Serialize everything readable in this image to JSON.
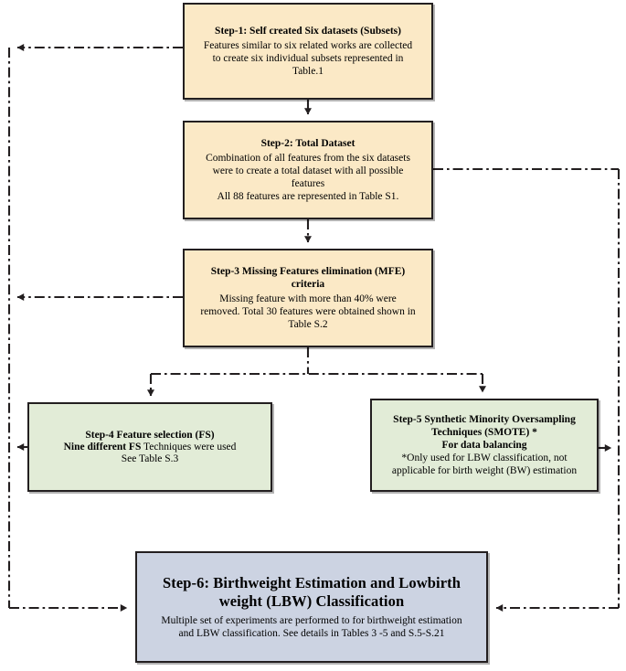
{
  "diagram": {
    "type": "flowchart",
    "orientation": "top-to-bottom",
    "background": "#ffffff",
    "edge_style": "dash-dot",
    "edge_color": "#231f20"
  },
  "palette": {
    "yellow_fill": "#fbe9c6",
    "green_fill": "#e2ecd7",
    "blue_fill": "#ccd3e2",
    "border": "#231f20",
    "text": "#000000"
  },
  "nodes": {
    "step1": {
      "title": "Step-1: Self created Six datasets (Subsets)",
      "line1": "Features similar to six related works are collected",
      "line2": "to create six individual subsets represented in",
      "line3": "Table.1"
    },
    "step2": {
      "title": "Step-2:  Total Dataset",
      "line1": "Combination of all features from the six datasets",
      "line2": "were to create a total dataset with all possible",
      "line3": "features",
      "line4": "All 88  features are represented in Table S1."
    },
    "step3": {
      "title_a": "Step-3 Missing Features elimination (MFE)",
      "title_b": "criteria",
      "line1": "Missing feature with more than 40% were",
      "line2": "removed. Total 30 features were obtained shown in",
      "line3": "Table S.2"
    },
    "step4": {
      "title": "Step-4 Feature selection (FS)",
      "line1_bold": "Nine different FS",
      "line1_rest": " Techniques were used",
      "line2": "See Table S.3"
    },
    "step5": {
      "title_a": "Step-5 Synthetic Minority Oversampling",
      "title_b": "Techniques (SMOTE) *",
      "title_c": "For data balancing",
      "line1": "*Only used for LBW classification, not",
      "line2": "applicable for birth weight (BW) estimation"
    },
    "step6": {
      "title_a": "Step-6:  Birthweight Estimation and Lowbirth",
      "title_b": "weight (LBW) Classification",
      "line1": "Multiple set of experiments are performed to for birthweight estimation",
      "line2": "and LBW classification. See details in Tables 3 -5 and S.5-S.21"
    }
  },
  "edges": [
    {
      "name": "step1-to-step2",
      "from": "step1",
      "to": "step2",
      "arrow": "down"
    },
    {
      "name": "step2-to-step3",
      "from": "step2",
      "to": "step3",
      "arrow": "down"
    },
    {
      "name": "step3-to-step4",
      "from": "step3",
      "to": "step4",
      "arrow": "down"
    },
    {
      "name": "step3-to-step5",
      "from": "step3",
      "to": "step5",
      "arrow": "down"
    },
    {
      "name": "step1-feedback-left",
      "from": "step1",
      "to": "left-bus",
      "arrow": "left"
    },
    {
      "name": "step3-feedback-left",
      "from": "step3",
      "to": "left-bus",
      "arrow": "left"
    },
    {
      "name": "step4-feedback-left",
      "from": "step4",
      "to": "left-bus",
      "arrow": "left"
    },
    {
      "name": "left-bus-to-step6",
      "from": "left-bus",
      "to": "step6",
      "arrow": "right"
    },
    {
      "name": "step2-feedback-right",
      "from": "step2",
      "to": "right-bus",
      "arrow": "none"
    },
    {
      "name": "step5-feedback-right",
      "from": "step5",
      "to": "right-bus",
      "arrow": "right"
    },
    {
      "name": "right-bus-to-step6",
      "from": "right-bus",
      "to": "step6",
      "arrow": "left"
    }
  ]
}
